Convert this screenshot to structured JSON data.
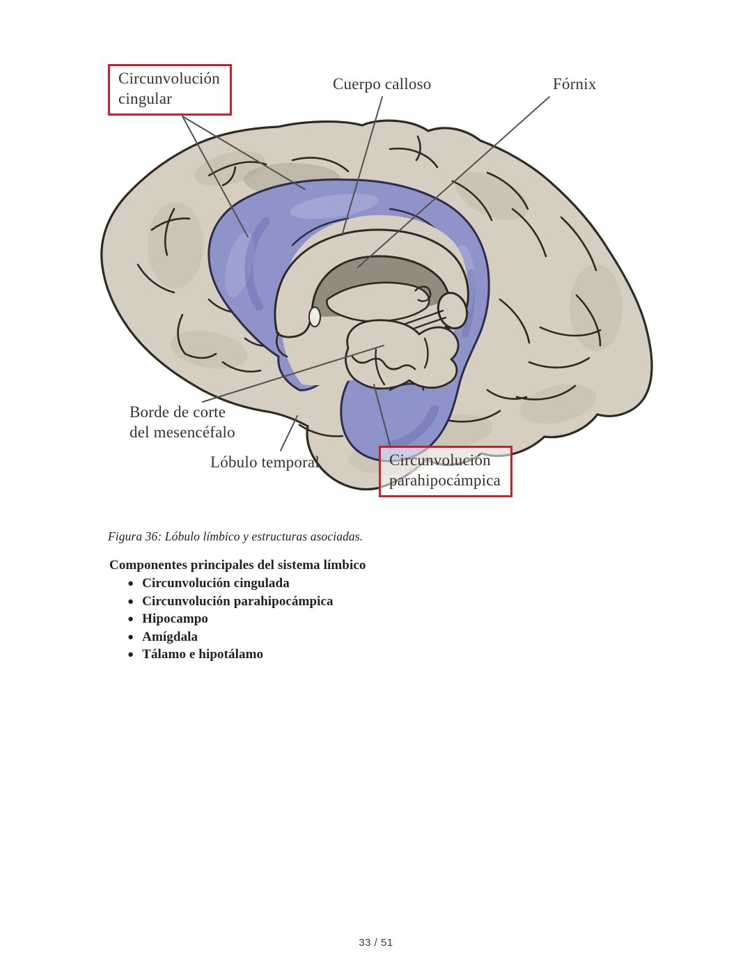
{
  "figure": {
    "caption": "Figura 36: Lóbulo límbico y estructuras asociadas.",
    "labels": {
      "cingulate_1": "Circunvolución",
      "cingulate_2": "cingular",
      "corpus_callosum": "Cuerpo calloso",
      "fornix": "Fórnix",
      "midbrain_1": "Borde de corte",
      "midbrain_2": "del mesencéfalo",
      "temporal": "Lóbulo temporal",
      "parahippocampal_1": "Circunvolución",
      "parahippocampal_2": "parahipocámpica"
    },
    "colors": {
      "cortex": "#d6cfc1",
      "cortex_shade": "#c2bbac",
      "outline": "#2c2a22",
      "limbic_blue": "#8e93ca",
      "limbic_blue_dark": "#5d63a8",
      "limbic_blue_light": "#b4b8de",
      "ventricle_gray": "#8b8477",
      "leader_line": "#52504b",
      "label_box_red": "#c3242a",
      "label_text": "#38322a"
    }
  },
  "content": {
    "heading": "Componentes principales del sistema límbico",
    "bullets": [
      "Circunvolución cingulada",
      "Circunvolución parahipocámpica",
      "Hipocampo",
      "Amígdala",
      "Tálamo e hipotálamo"
    ]
  },
  "page": {
    "footer": "33 / 51"
  }
}
